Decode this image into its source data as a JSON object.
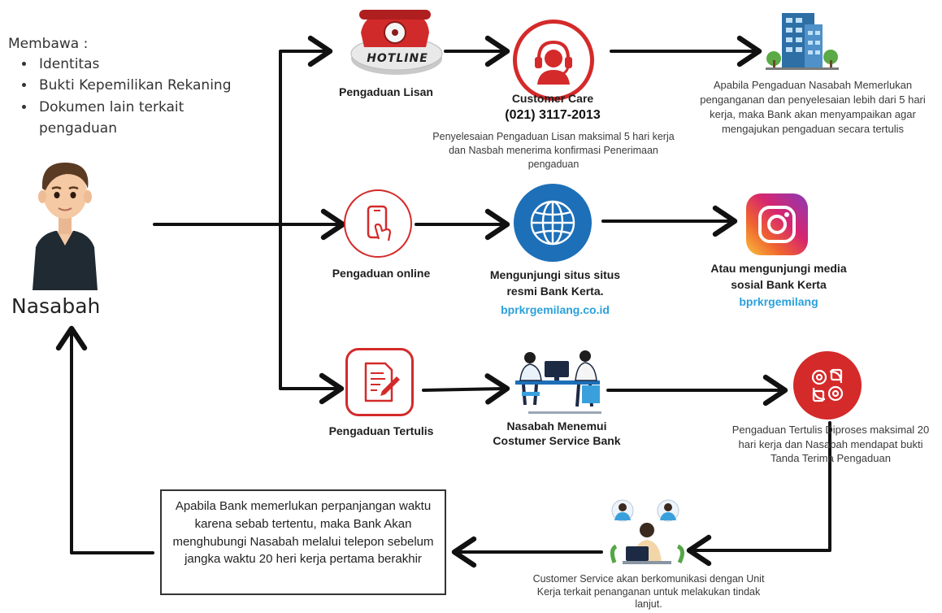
{
  "bring": {
    "title": "Membawa :",
    "items": [
      "Identitas",
      "Bukti Kepemilikan Rekaning",
      "Dokumen lain terkait pengaduan"
    ]
  },
  "customer": {
    "label": "Nasabah"
  },
  "row1": {
    "hotline_text": "HOTLINE",
    "channel_label": "Pengaduan Lisan",
    "care_title": "Customer Care",
    "care_phone": "(021) 3117-2013",
    "care_note": "Penyelesaian Pengaduan Lisan maksimal 5 hari kerja dan Nasbah menerima konfirmasi Penerimaan pengaduan",
    "escalation_note": "Apabila Pengaduan Nasabah Memerlukan penganganan dan penyelesaian lebih dari 5 hari kerja, maka Bank akan menyampaikan agar mengajukan pengaduan secara tertulis"
  },
  "row2": {
    "channel_label": "Pengaduan online",
    "site_text": "Mengunjungi situs situs resmi Bank Kerta.",
    "site_link": "bprkrgemilang.co.id",
    "social_text": "Atau mengunjungi media sosial Bank Kerta",
    "social_link": "bprkrgemilang"
  },
  "row3": {
    "channel_label": "Pengaduan Tertulis",
    "meet_text": "Nasabah Menemui Costumer Service Bank",
    "process_note": "Pengaduan Tertulis Diproses maksimal 20 hari kerja dan Nasabah mendapat bukti Tanda Terima Pengaduan"
  },
  "bottom": {
    "cs_note": "Customer Service akan berkomunikasi dengan Unit Kerja terkait penanganan untuk melakukan tindak lanjut.",
    "extension_note": "Apabila Bank memerlukan perpanjangan waktu karena sebab tertentu, maka Bank Akan menghubungi Nasabah melalui telepon sebelum jangka waktu 20 heri kerja pertama berakhir"
  },
  "colors": {
    "accent_red": "#d42a2a",
    "globe_blue": "#1d6fb8",
    "link_blue": "#2aa0db",
    "arrow": "#111111"
  },
  "icons": [
    "hotline-phone-icon",
    "headset-agent-icon",
    "building-icon",
    "smartphone-touch-icon",
    "globe-icon",
    "instagram-icon",
    "document-pen-icon",
    "service-desk-icon",
    "process-gears-icon",
    "customer-service-icon",
    "person-avatar-icon"
  ]
}
